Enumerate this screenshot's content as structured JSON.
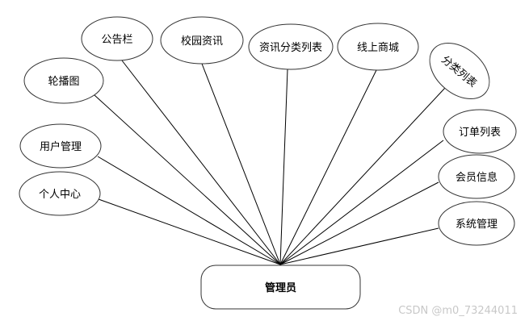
{
  "diagram": {
    "root": {
      "label": "管理员"
    },
    "nodes": [
      {
        "id": "banner",
        "label": "轮播图"
      },
      {
        "id": "notice",
        "label": "公告栏"
      },
      {
        "id": "campus-news",
        "label": "校园资讯"
      },
      {
        "id": "news-category",
        "label": "资讯分类列表"
      },
      {
        "id": "online-mall",
        "label": "线上商城"
      },
      {
        "id": "category-list",
        "label": "分类列表"
      },
      {
        "id": "user-mgmt",
        "label": "用户管理"
      },
      {
        "id": "order-list",
        "label": "订单列表"
      },
      {
        "id": "personal-center",
        "label": "个人中心"
      },
      {
        "id": "member-info",
        "label": "会员信息"
      },
      {
        "id": "system-mgmt",
        "label": "系统管理"
      }
    ]
  },
  "watermark": "CSDN @m0_73244011"
}
